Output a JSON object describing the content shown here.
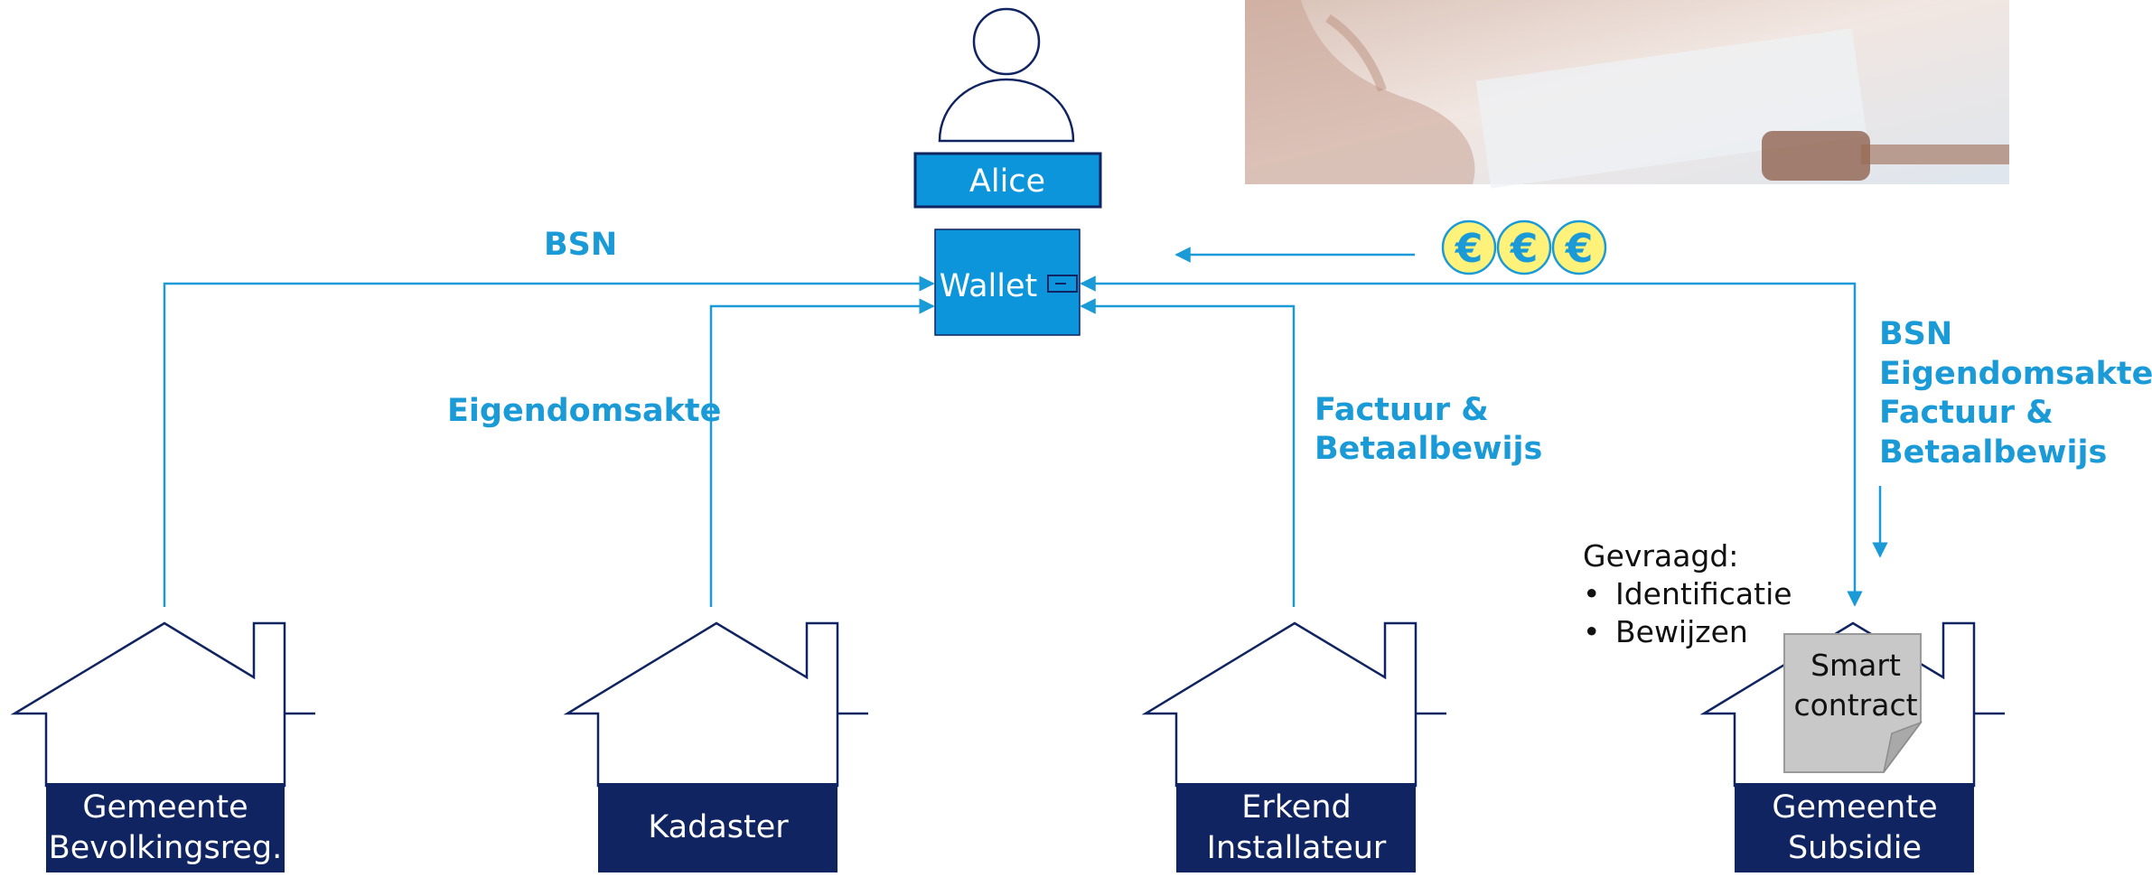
{
  "person": {
    "name": "Alice"
  },
  "wallet": {
    "label": "Wallet"
  },
  "payment": {
    "currency_symbol": "€"
  },
  "flows": {
    "bsn": "BSN",
    "eigendomsakte": "Eigendomsakte",
    "factuur_line1": "Factuur &",
    "factuur_line2": "Betaalbewijs",
    "requested": [
      "BSN",
      "Eigendomsakte",
      "Factuur &",
      "Betaalbewijs"
    ]
  },
  "request_note": {
    "heading": "Gevraagd:",
    "items": [
      "Identificatie",
      "Bewijzen"
    ]
  },
  "smart_contract": {
    "line1": "Smart",
    "line2": "contract"
  },
  "organizations": [
    {
      "line1": "Gemeente",
      "line2": "Bevolkingsreg."
    },
    {
      "line1": "Kadaster",
      "line2": ""
    },
    {
      "line1": "Erkend",
      "line2": "Installateur"
    },
    {
      "line1": "Gemeente",
      "line2": "Subsidie"
    }
  ],
  "colors": {
    "accent_blue": "#1a9ad6",
    "dark_navy": "#0f2461",
    "wallet_fill": "#0c95da",
    "coin_fill": "#fff27a",
    "photo_tone": "#e8d6cf"
  }
}
